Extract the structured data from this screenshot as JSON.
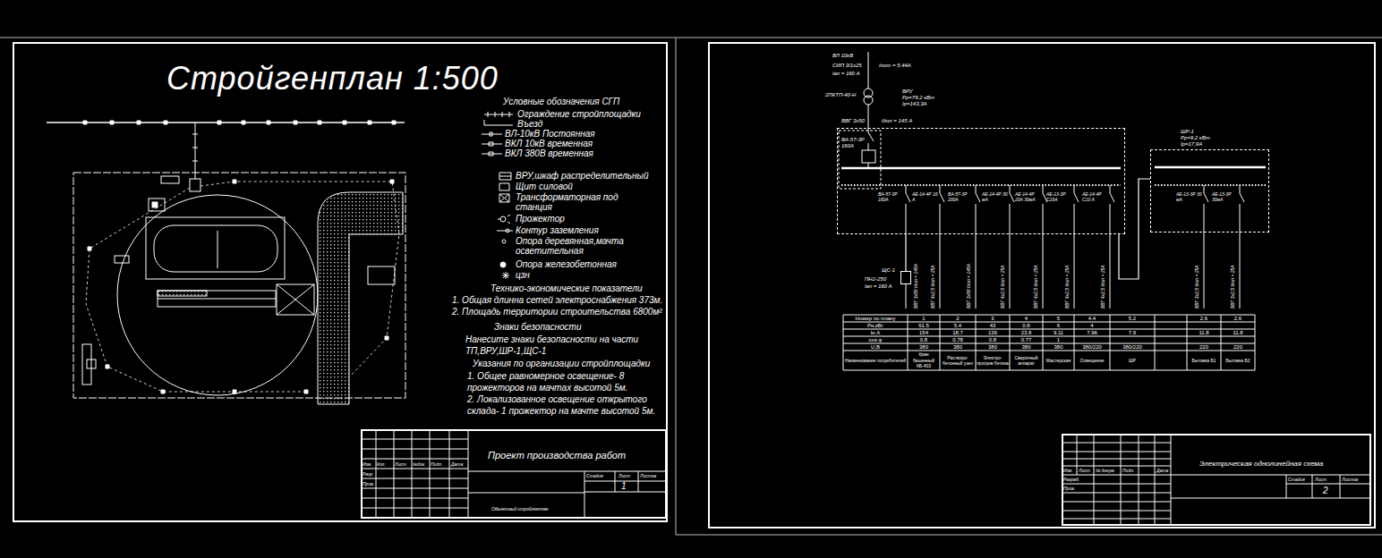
{
  "diagram": {
    "title": "Стройгенплан 1:500",
    "nodes": [
      {
        "text": [
          "Проект производства работ",
          "Объектный стройгенплан"
        ]
      },
      {
        "text": [
          "ВРУ",
          "Рр=79,2 кВт Ip=143,3А"
        ]
      },
      {
        "text": [
          "ШР-1",
          "Рр=9,2 кВт Ip=17,9А"
        ]
      },
      {
        "text": [
          "ЩС-1"
        ]
      },
      {
        "text": [
          "Электрическая однолинейная схема"
        ]
      }
    ],
    "edges": [
      {
        "from": 1,
        "to": 2,
        "arrow": "none"
      },
      {
        "from": 1,
        "to": 3,
        "arrow": "none"
      }
    ],
    "labels": [
      "Условные обозначения СГП",
      "Технико-экономические показатели",
      "1. Общая длинна сетей электроснабжения 373м.",
      "2. Площадь территории строительства 6800м²",
      "Знаки безопасности",
      "Нанесите знаки безопасности на части ТП,ВРУ,ШР-1,ЩС-1",
      "Указания по организации стройплощадки",
      "1. Общее равномерное освещение- 8 прожекторов на мачтах высотой 5м.",
      "2. Локализованное освещение открытого склада- 1 прожектор на мачте высотой 5м.",
      "Изм.",
      "Кол.",
      "Лист",
      "№док",
      "Подп.",
      "Дата",
      "Разр.",
      "Пров.",
      "Стадия",
      "Лист",
      "Листов",
      "1",
      "ВЛ 10кВ",
      "СИП 3/1х25",
      "Iпот = 5,44А",
      "Iвп = 160 А",
      "2ПКТП-40-Н",
      "ВВГ 3х50",
      "Iдоп = 145 А",
      "ВА-57-3Р 160А",
      "ВА-57-3Р 160А",
      "АЕ-14-4Р 16 А",
      "ВА-57-3Р 200А",
      "АЕ-14-4Р 30 мА",
      "АЕ-14-4Р 20А 30мА",
      "АЕ-13-3Р С16А",
      "АЕ-14-4Р С10 А",
      "ВВГ 3х50 Iдоп = 145А",
      "ВВГ 4х2,5 Iдоп = 25А",
      "ВВГ 3х50 Iдоп = 145А",
      "ВВГ 4х2,5 Iдоп = 25А",
      "ВВГ 4х2,5 Iдоп = 25А",
      "ВВГ 4х2,5 Iдоп = 25А",
      "ВВГ 4х2,5 Iдоп = 25А",
      "ВВГ 3х2,5 Iдоп = 25А",
      "ВВГ 3х2,5 Iдоп = 25А",
      "АЕ-13-3Р 30 мА",
      "АЕ-13-3Р 30мА",
      "ПН2-250",
      "Iвп = 160 А",
      "Номер по плану",
      "Рн,кВт",
      "Iн А",
      "cos φ",
      "U,В",
      "Наименование потребителей",
      "1",
      "2",
      "3",
      "4",
      "5",
      "4.4",
      "5.2",
      "2.6",
      "2.6",
      "61.5",
      "5.4",
      "43",
      "0.8",
      "6",
      "4",
      "154",
      "18.7",
      "136",
      "23.8",
      "9.11",
      "7.96",
      "7.9",
      "11.8",
      "11.8",
      "0.8",
      "0.78",
      "0.8",
      "0.77",
      "1",
      "380",
      "380",
      "380",
      "380",
      "380",
      "380/220",
      "380/220",
      "220",
      "220",
      "Кран башенный КБ-403",
      "Растворо-бетонный узел",
      "Электро-прогрев бетона",
      "Сварочный аппарат",
      "Мастерская",
      "Освещение",
      "ШР",
      "Бытовка Б1",
      "Бытовка Б2",
      "Изм.",
      "Лист",
      "№ докум.",
      "Подп.",
      "Дата",
      "Разраб.",
      "Пров.",
      "Стадия",
      "Лист",
      "Листов",
      "2"
    ],
    "legend": [
      {
        "text": "Ограждение стройплощадки"
      },
      {
        "text": "Въезд"
      },
      {
        "text": "ВЛ-10кВ Постоянная"
      },
      {
        "text": "ВКЛ 10кВ временная"
      },
      {
        "text": "ВКЛ 380В временная"
      },
      {
        "text": "ВРУ,шкаф распределительный"
      },
      {
        "text": "Щит силовой"
      },
      {
        "text": "Трансформаторная под станция"
      },
      {
        "text": "Прожектор"
      },
      {
        "text": "Контур заземления"
      },
      {
        "text": "Опора деревянная,мачта осветительная"
      },
      {
        "text": "Опора железобетонная"
      },
      {
        "text": "цзн"
      }
    ]
  }
}
